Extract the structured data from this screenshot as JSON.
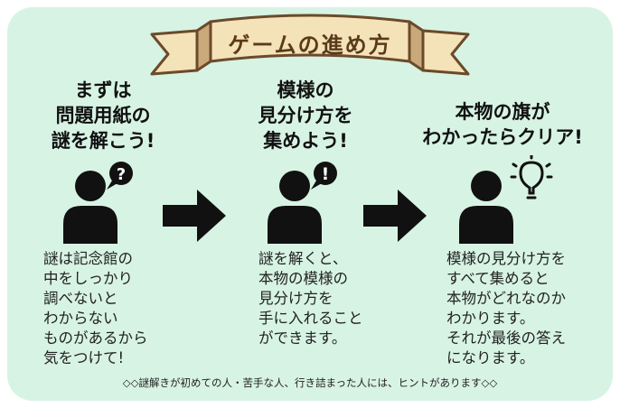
{
  "banner": {
    "title": "ゲームの進め方"
  },
  "steps": [
    {
      "title_lines": [
        "まずは",
        "問題用紙の",
        "謎を解こう!"
      ],
      "icon": "question-bubble-icon",
      "bubble_glyph": "?",
      "desc_lines": [
        "謎は記念館の",
        "中をしっかり",
        "調べないと",
        "わからない",
        "ものがあるから",
        "気をつけて!"
      ]
    },
    {
      "title_lines": [
        "模様の",
        "見分け方を",
        "集めよう!"
      ],
      "icon": "exclamation-bubble-icon",
      "bubble_glyph": "!",
      "desc_lines": [
        "謎を解くと、",
        "本物の模様の",
        "見分け方を",
        "手に入れること",
        "ができます。"
      ]
    },
    {
      "title_lines": [
        "本物の旗が",
        "わかったらクリア!"
      ],
      "icon": "lightbulb-icon",
      "desc_lines": [
        "模様の見分け方を",
        "すべて集めると",
        "本物がどれなのか",
        "わかります。",
        "それが最後の答え",
        "になります。"
      ]
    }
  ],
  "footer": {
    "text": "◇◇謎解きが初めての人・苦手な人、行き詰まった人には、ヒントがあります◇◇"
  },
  "colors": {
    "background": "#d7f3e4",
    "ribbon": "#f4e2b8",
    "ribbon_outline": "#6b4a2b",
    "ribbon_text": "#5a3a1a",
    "icon": "#111111"
  }
}
